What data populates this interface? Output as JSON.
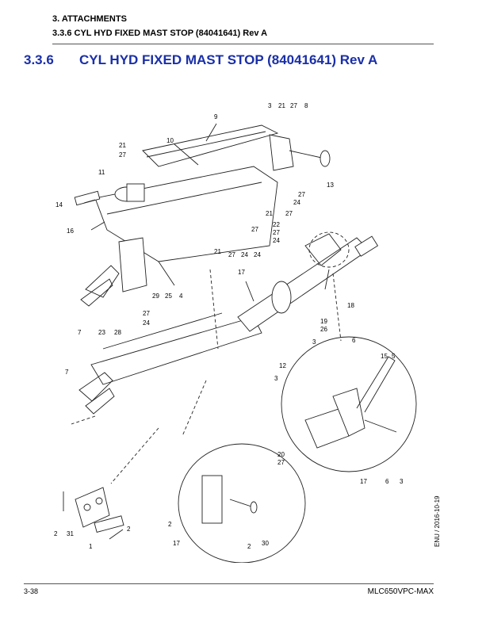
{
  "header": {
    "chapter": "3. ATTACHMENTS",
    "subsection": "3.3.6 CYL HYD FIXED MAST STOP (84041641) Rev A"
  },
  "section": {
    "number": "3.3.6",
    "title": "CYL HYD FIXED MAST STOP (84041641) Rev A"
  },
  "diagram": {
    "callouts": [
      "3",
      "21",
      "27",
      "8",
      "9",
      "21",
      "27",
      "10",
      "11",
      "14",
      "16",
      "13",
      "27",
      "24",
      "27",
      "21",
      "22",
      "27",
      "24",
      "27",
      "21",
      "27",
      "24",
      "24",
      "17",
      "25",
      "29",
      "4",
      "18",
      "7",
      "23",
      "28",
      "27",
      "24",
      "19",
      "26",
      "3",
      "6",
      "15",
      "5",
      "12",
      "3",
      "7",
      "20",
      "27",
      "17",
      "6",
      "3",
      "2",
      "31",
      "1",
      "2",
      "2",
      "17",
      "2",
      "30"
    ]
  },
  "side_note": "ENU / 2016-10-19",
  "footer": {
    "page": "3-38",
    "model": "MLC650VPC-MAX"
  },
  "colors": {
    "title": "#1a2fa8",
    "rule": "#555555"
  }
}
